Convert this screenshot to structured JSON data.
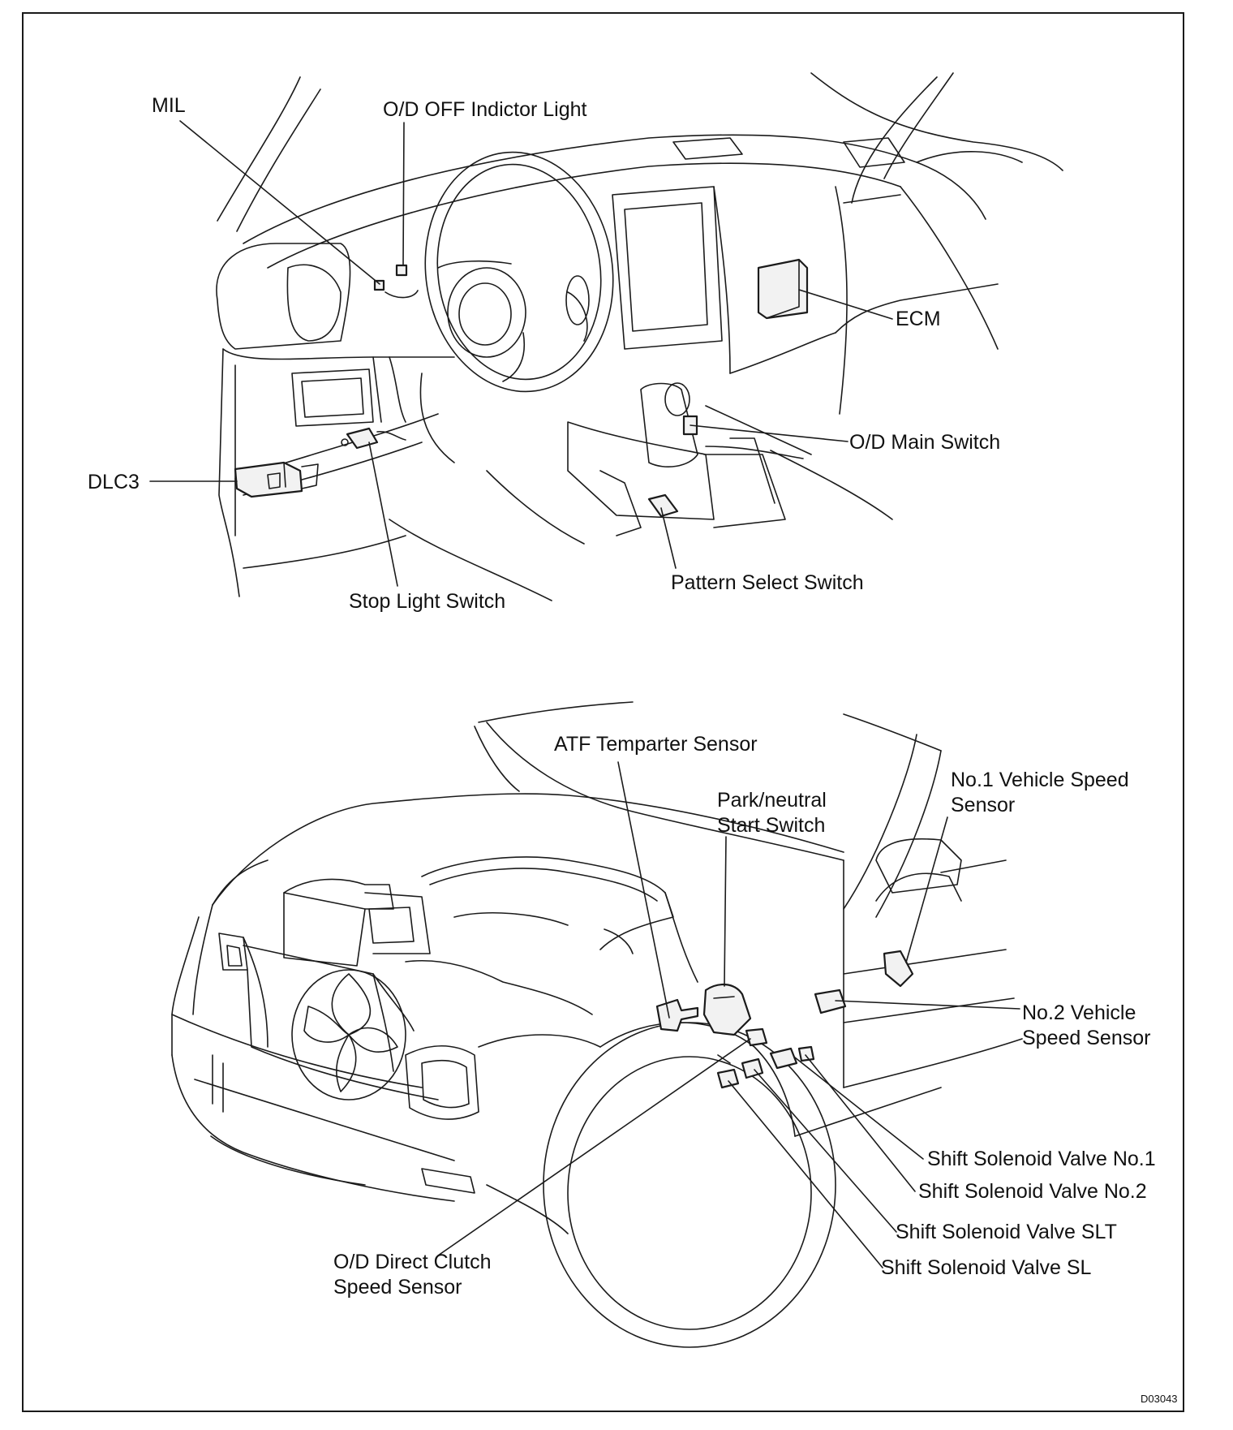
{
  "labels": {
    "mil": "MIL",
    "od_off_indicator": "O/D OFF Indictor Light",
    "ecm": "ECM",
    "od_main_switch": "O/D Main Switch",
    "dlc3": "DLC3",
    "stop_light_switch": "Stop Light Switch",
    "pattern_select_switch": "Pattern Select Switch",
    "atf_sensor": "ATF Temparter Sensor",
    "park_neutral": "Park/neutral\nStart Switch",
    "vss1": "No.1 Vehicle Speed\nSensor",
    "vss2": "No.2 Vehicle\nSpeed Sensor",
    "ssv1": "Shift Solenoid Valve No.1",
    "ssv2": "Shift Solenoid Valve No.2",
    "ssv_slt": "Shift Solenoid Valve SLT",
    "ssv_sl": "Shift Solenoid Valve SL",
    "od_clutch": "O/D Direct Clutch\nSpeed Sensor"
  },
  "figure_code": "D03043"
}
